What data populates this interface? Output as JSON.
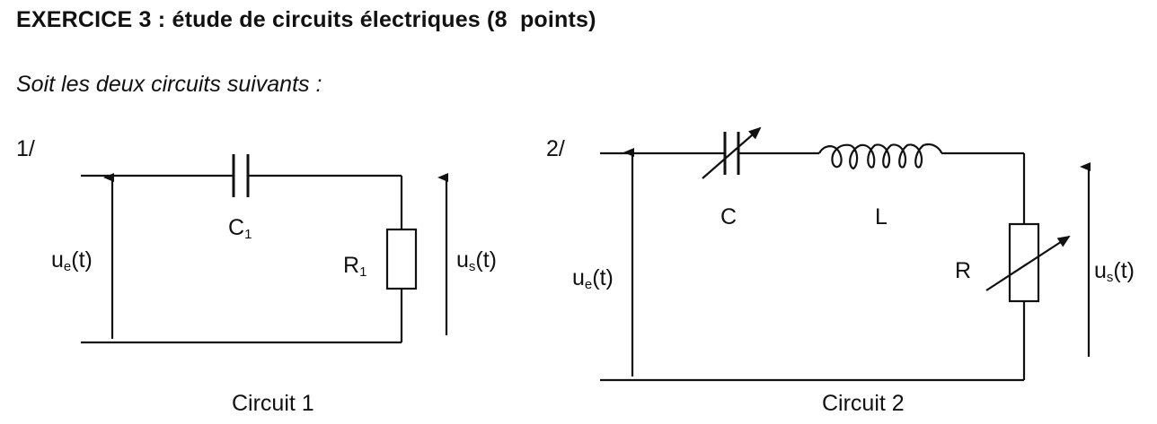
{
  "title": "EXERCICE 3 : étude de circuits électriques (8  points)",
  "intro": "Soit les deux circuits suivants :",
  "circuit1": {
    "number": "1/",
    "caption": "Circuit 1",
    "capacitor_letter": "C",
    "capacitor_sub": "1",
    "resistor_letter": "R",
    "resistor_sub": "1",
    "input_voltage": {
      "symbol": "u",
      "sub": "e",
      "arg": "(t)"
    },
    "output_voltage": {
      "symbol": "u",
      "sub": "s",
      "arg": "(t)"
    }
  },
  "circuit2": {
    "number": "2/",
    "caption": "Circuit 2",
    "capacitor_label": "C",
    "inductor_label": "L",
    "resistor_label": "R",
    "input_voltage": {
      "symbol": "u",
      "sub": "e",
      "arg": "(t)"
    },
    "output_voltage": {
      "symbol": "u",
      "sub": "s",
      "arg": "(t)"
    }
  }
}
